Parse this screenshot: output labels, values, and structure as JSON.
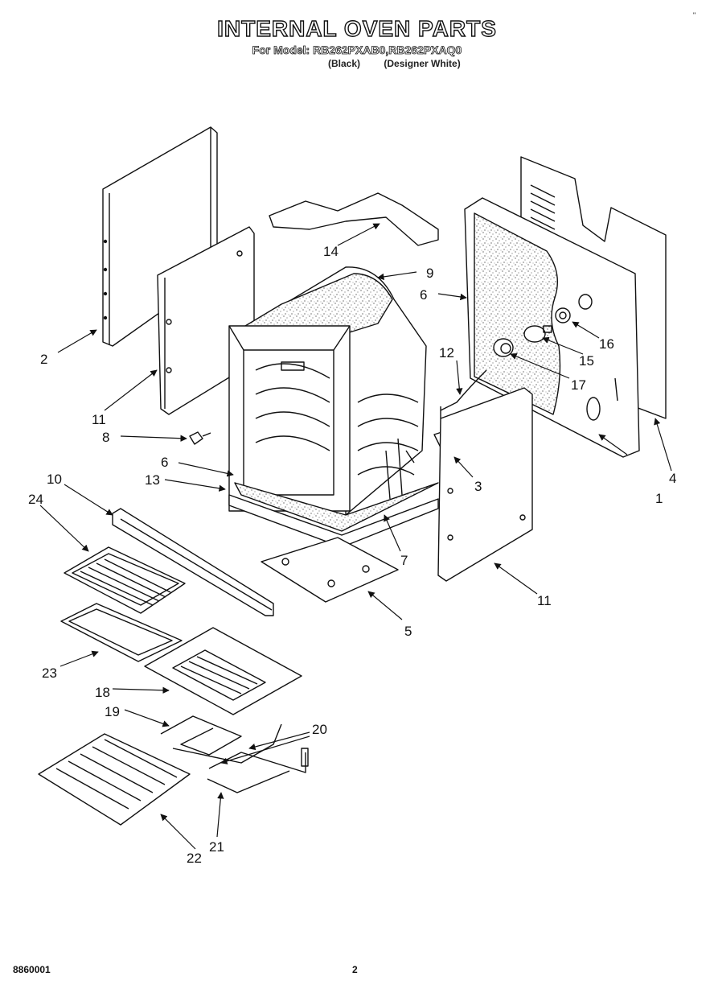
{
  "header": {
    "title": "INTERNAL OVEN PARTS",
    "subtitle": "For Model: RB262PXAB0,RB262PXAQ0",
    "variants": [
      "(Black)",
      "(Designer White)"
    ]
  },
  "footer": {
    "code": "8860001",
    "page_number": "2",
    "corner_mark": "\""
  },
  "callouts": [
    {
      "label": "1"
    },
    {
      "label": "2"
    },
    {
      "label": "3"
    },
    {
      "label": "4"
    },
    {
      "label": "5"
    },
    {
      "label": "6"
    },
    {
      "label": "6"
    },
    {
      "label": "7"
    },
    {
      "label": "8"
    },
    {
      "label": "9"
    },
    {
      "label": "10"
    },
    {
      "label": "11"
    },
    {
      "label": "11"
    },
    {
      "label": "12"
    },
    {
      "label": "13"
    },
    {
      "label": "14"
    },
    {
      "label": "15"
    },
    {
      "label": "16"
    },
    {
      "label": "17"
    },
    {
      "label": "18"
    },
    {
      "label": "19"
    },
    {
      "label": "20"
    },
    {
      "label": "21"
    },
    {
      "label": "22"
    },
    {
      "label": "23"
    },
    {
      "label": "24"
    }
  ]
}
